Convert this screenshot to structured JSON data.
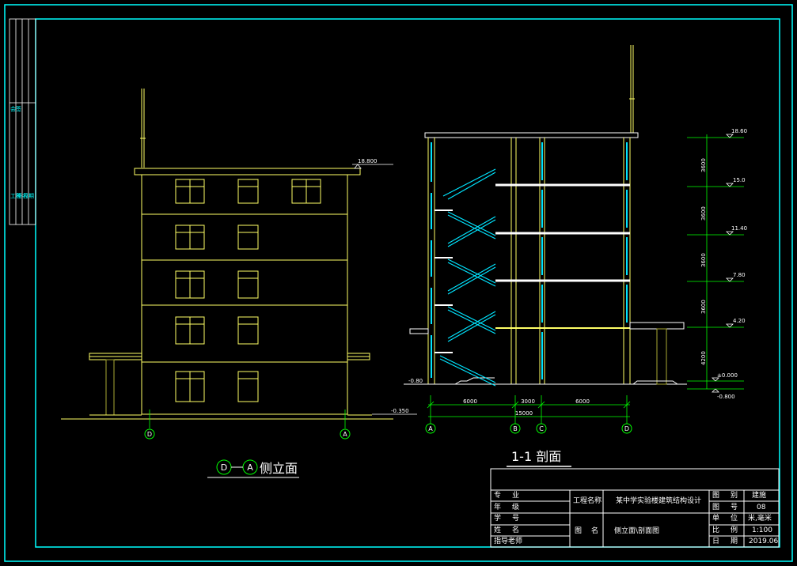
{
  "elevation": {
    "title_axis_left": "D",
    "title_axis_right": "A",
    "title_text": "侧立面",
    "roof_level": "18.800",
    "ground_level": "-0.350",
    "axis_left": "D",
    "axis_right": "A"
  },
  "section": {
    "title": "1-1 剖面",
    "levels": [
      "18.60",
      "15.0",
      "11.40",
      "7.80",
      "4.20",
      "±0.000",
      "-0.800"
    ],
    "storey_heights": [
      "3600",
      "3600",
      "3600",
      "3600",
      "4200"
    ],
    "left_ground_level": "-0.80",
    "dims_spans": [
      "6000",
      "3000",
      "6000"
    ],
    "dims_total": "15000",
    "axes": [
      "A",
      "B",
      "C",
      "D"
    ]
  },
  "title_block": {
    "left_labels": [
      "专业",
      "年级",
      "学号",
      "姓名",
      "指导老师"
    ],
    "project_label": "工程名称",
    "project_name": "某中学实验楼建筑结构设计",
    "drawing_label": "图名",
    "drawing_name": "侧立面\\剖面图",
    "right_labels": [
      "图别",
      "图号",
      "单位",
      "比例",
      "日期"
    ],
    "right_values": [
      "建施",
      "08",
      "米,毫米",
      "1:100",
      "2019.06"
    ]
  },
  "side_labels": [
    "会签",
    "工种",
    "签名",
    "日期"
  ],
  "colors": {
    "frame": "#00ffff",
    "building": "#ffff66",
    "stair": "#00e5ff",
    "dims": "#00ff00",
    "text": "#ffffff"
  }
}
